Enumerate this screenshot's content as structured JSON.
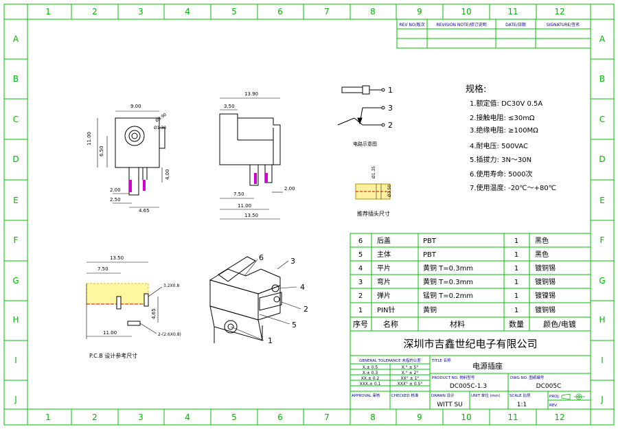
{
  "border": {
    "cols": [
      "1",
      "2",
      "3",
      "4",
      "5",
      "6",
      "7",
      "8",
      "9",
      "10",
      "11",
      "12"
    ],
    "rows": [
      "A",
      "B",
      "C",
      "D",
      "E",
      "F",
      "G",
      "H",
      "I",
      "J"
    ]
  },
  "revision": {
    "headers": [
      "REV NO/版次",
      "REVISION NOTE/修订说明",
      "DATE/日期",
      "SIGNATURE/签名"
    ]
  },
  "specs": {
    "title": "规格:",
    "items": [
      "1.额定值: DC30V 0.5A",
      "2.接触电阻: ≤30mΩ",
      "3.绝缘电阻: ≥100MΩ",
      "4.耐电压: 500VAC",
      "5.插拔力: 3N～30N",
      "6.使用寿命: 5000次",
      "7.使用温度: -20℃～+80℃"
    ]
  },
  "circuit": {
    "caption": "电路示意图",
    "pins": [
      "1",
      "3",
      "2"
    ]
  },
  "plug": {
    "caption": "推荐插头尺寸",
    "dims": [
      "Ø1.35",
      "Ø3.50"
    ]
  },
  "front_view": {
    "dims": [
      "9.00",
      "11.00",
      "6.50",
      "Ø9.90",
      "Ø1.30",
      "2.00",
      "2.50",
      "4.65",
      "4.00"
    ]
  },
  "side_view": {
    "dims": [
      "13.90",
      "3.50",
      "7.50",
      "2.00",
      "11.00",
      "13.50"
    ]
  },
  "pcb": {
    "caption": "P.C.B 设计参考尺寸",
    "dims": [
      "13.50",
      "7.50",
      "3.2X0.8",
      "4.65",
      "11.00",
      "2-(2.6X0.8)"
    ]
  },
  "iso": {
    "callouts": [
      "6",
      "3",
      "4",
      "2",
      "5",
      "1"
    ]
  },
  "bom": {
    "rows": [
      {
        "no": "6",
        "name": "后盖",
        "material": "PBT",
        "qty": "1",
        "finish": "黑色"
      },
      {
        "no": "5",
        "name": "主体",
        "material": "PBT",
        "qty": "1",
        "finish": "黑色"
      },
      {
        "no": "4",
        "name": "平片",
        "material": "黄铜 T=0.3mm",
        "qty": "1",
        "finish": "镀铜锡"
      },
      {
        "no": "3",
        "name": "弯片",
        "material": "黄铜 T=0.3mm",
        "qty": "1",
        "finish": "镀铜锡"
      },
      {
        "no": "2",
        "name": "弹片",
        "material": "锰铜 T=0.2mm",
        "qty": "1",
        "finish": "镀镍锡"
      },
      {
        "no": "1",
        "name": "PIN针",
        "material": "黄铜",
        "qty": "1",
        "finish": "镀铜锡"
      }
    ],
    "header": {
      "no": "序号",
      "name": "名称",
      "material": "材料",
      "qty": "数量",
      "finish": "颜色/电镀"
    }
  },
  "title_block": {
    "company": "深圳市吉鑫世纪电子有限公司",
    "tolerance_header": "GENERAL TOLERANCE 未指的公差",
    "tolerances": [
      [
        "X.± 0.5",
        "X.° ± 5°"
      ],
      [
        "X.± 0.3",
        "X.° ± 2°"
      ],
      [
        "XX.± 0.2",
        "XX° ± 1°"
      ],
      [
        "XXX.± 0.1",
        "XXX° ± 0.5°"
      ]
    ],
    "title_label": "TITLE 名称",
    "title": "电源插座",
    "product_label": "PRODUCT NO. 物料型号",
    "product": "DC005C-1.3",
    "dwg_label": "DWG NO. 图纸编号",
    "dwg": "DC005C",
    "approval_label": "APPROVAL 审核",
    "checked_label": "CHECKED 核准",
    "drawn_label": "DRAWN 设计",
    "drawn": "WITT SU",
    "unit_label": "UNIT 单位 (mm)",
    "scale_label": "SCALE 比例",
    "scale": "1:1",
    "proj_label": "PROJ.",
    "rev_label": "REV."
  }
}
